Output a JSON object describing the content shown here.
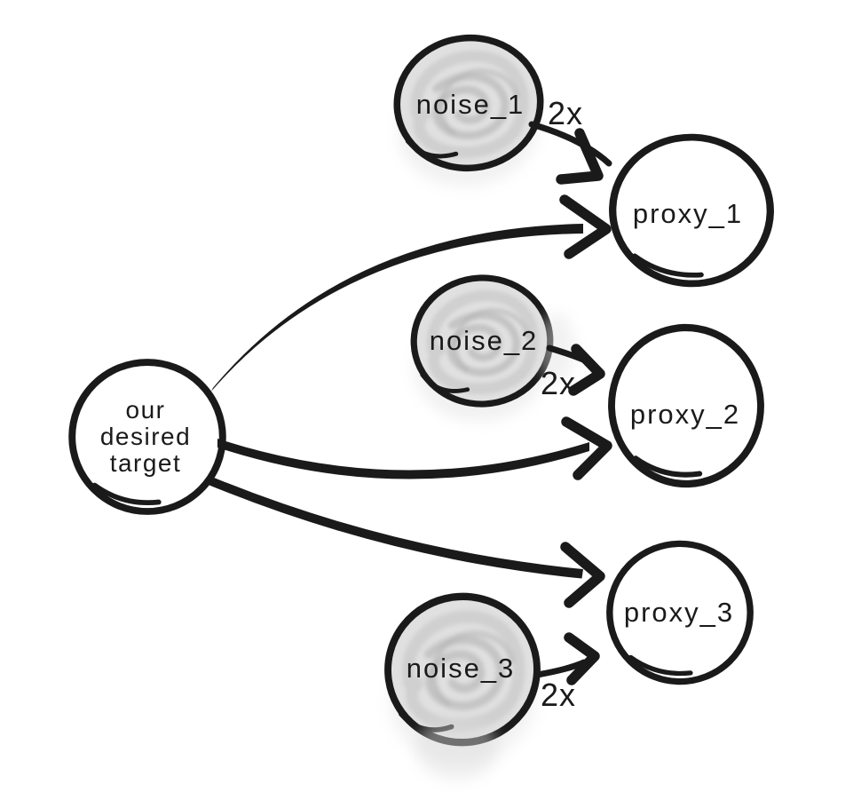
{
  "diagram": {
    "nodes": {
      "target": {
        "label": "our desired target",
        "line1": "our",
        "line2": "desired",
        "line3": "target",
        "style": "outline"
      },
      "noise_1": {
        "label": "noise_1",
        "style": "shaded"
      },
      "noise_2": {
        "label": "noise_2",
        "style": "shaded"
      },
      "noise_3": {
        "label": "noise_3",
        "style": "shaded"
      },
      "proxy_1": {
        "label": "proxy_1",
        "style": "outline"
      },
      "proxy_2": {
        "label": "proxy_2",
        "style": "outline"
      },
      "proxy_3": {
        "label": "proxy_3",
        "style": "outline"
      }
    },
    "edges": {
      "target_to_proxy_1": {
        "from": "our desired target",
        "to": "proxy_1",
        "label": ""
      },
      "target_to_proxy_2": {
        "from": "our desired target",
        "to": "proxy_2",
        "label": ""
      },
      "target_to_proxy_3": {
        "from": "our desired target",
        "to": "proxy_3",
        "label": ""
      },
      "noise_1_to_proxy_1": {
        "from": "noise_1",
        "to": "proxy_1",
        "label": "2x"
      },
      "noise_2_to_proxy_2": {
        "from": "noise_2",
        "to": "proxy_2",
        "label": "2x"
      },
      "noise_3_to_proxy_3": {
        "from": "noise_3",
        "to": "proxy_3",
        "label": "2x"
      }
    },
    "colors": {
      "ink": "#1a1a1a",
      "background": "#ffffff",
      "noise_fill": "#e0e0e0",
      "noise_swirl": "#bdbdbd",
      "noise_halo": "#dcdcdc"
    }
  }
}
